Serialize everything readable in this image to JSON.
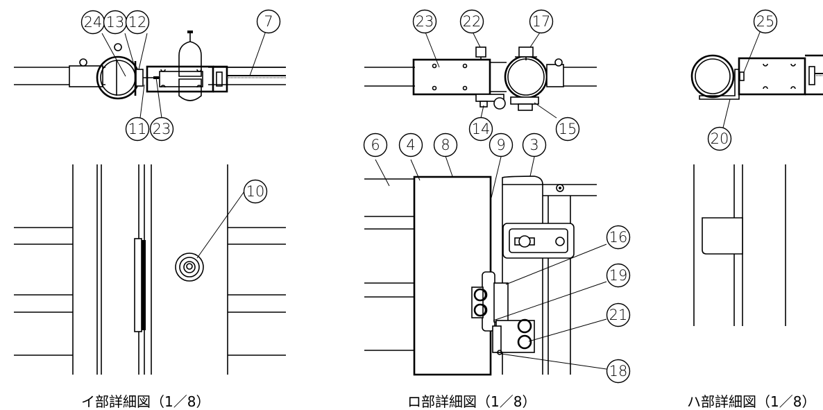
{
  "captions": {
    "detail_i": "イ部詳細図（1／8）",
    "detail_ro": "ロ部詳細図（1／8）",
    "detail_ha": "ハ部詳細図（1／8）"
  },
  "detail_i": {
    "balloons": [
      "24",
      "13",
      "12",
      "7",
      "11",
      "23",
      "10"
    ]
  },
  "detail_ro": {
    "balloons": [
      "23",
      "22",
      "17",
      "14",
      "15",
      "6",
      "4",
      "8",
      "9",
      "3",
      "16",
      "19",
      "21",
      "18"
    ]
  },
  "detail_ha": {
    "balloons": [
      "25",
      "20"
    ]
  }
}
